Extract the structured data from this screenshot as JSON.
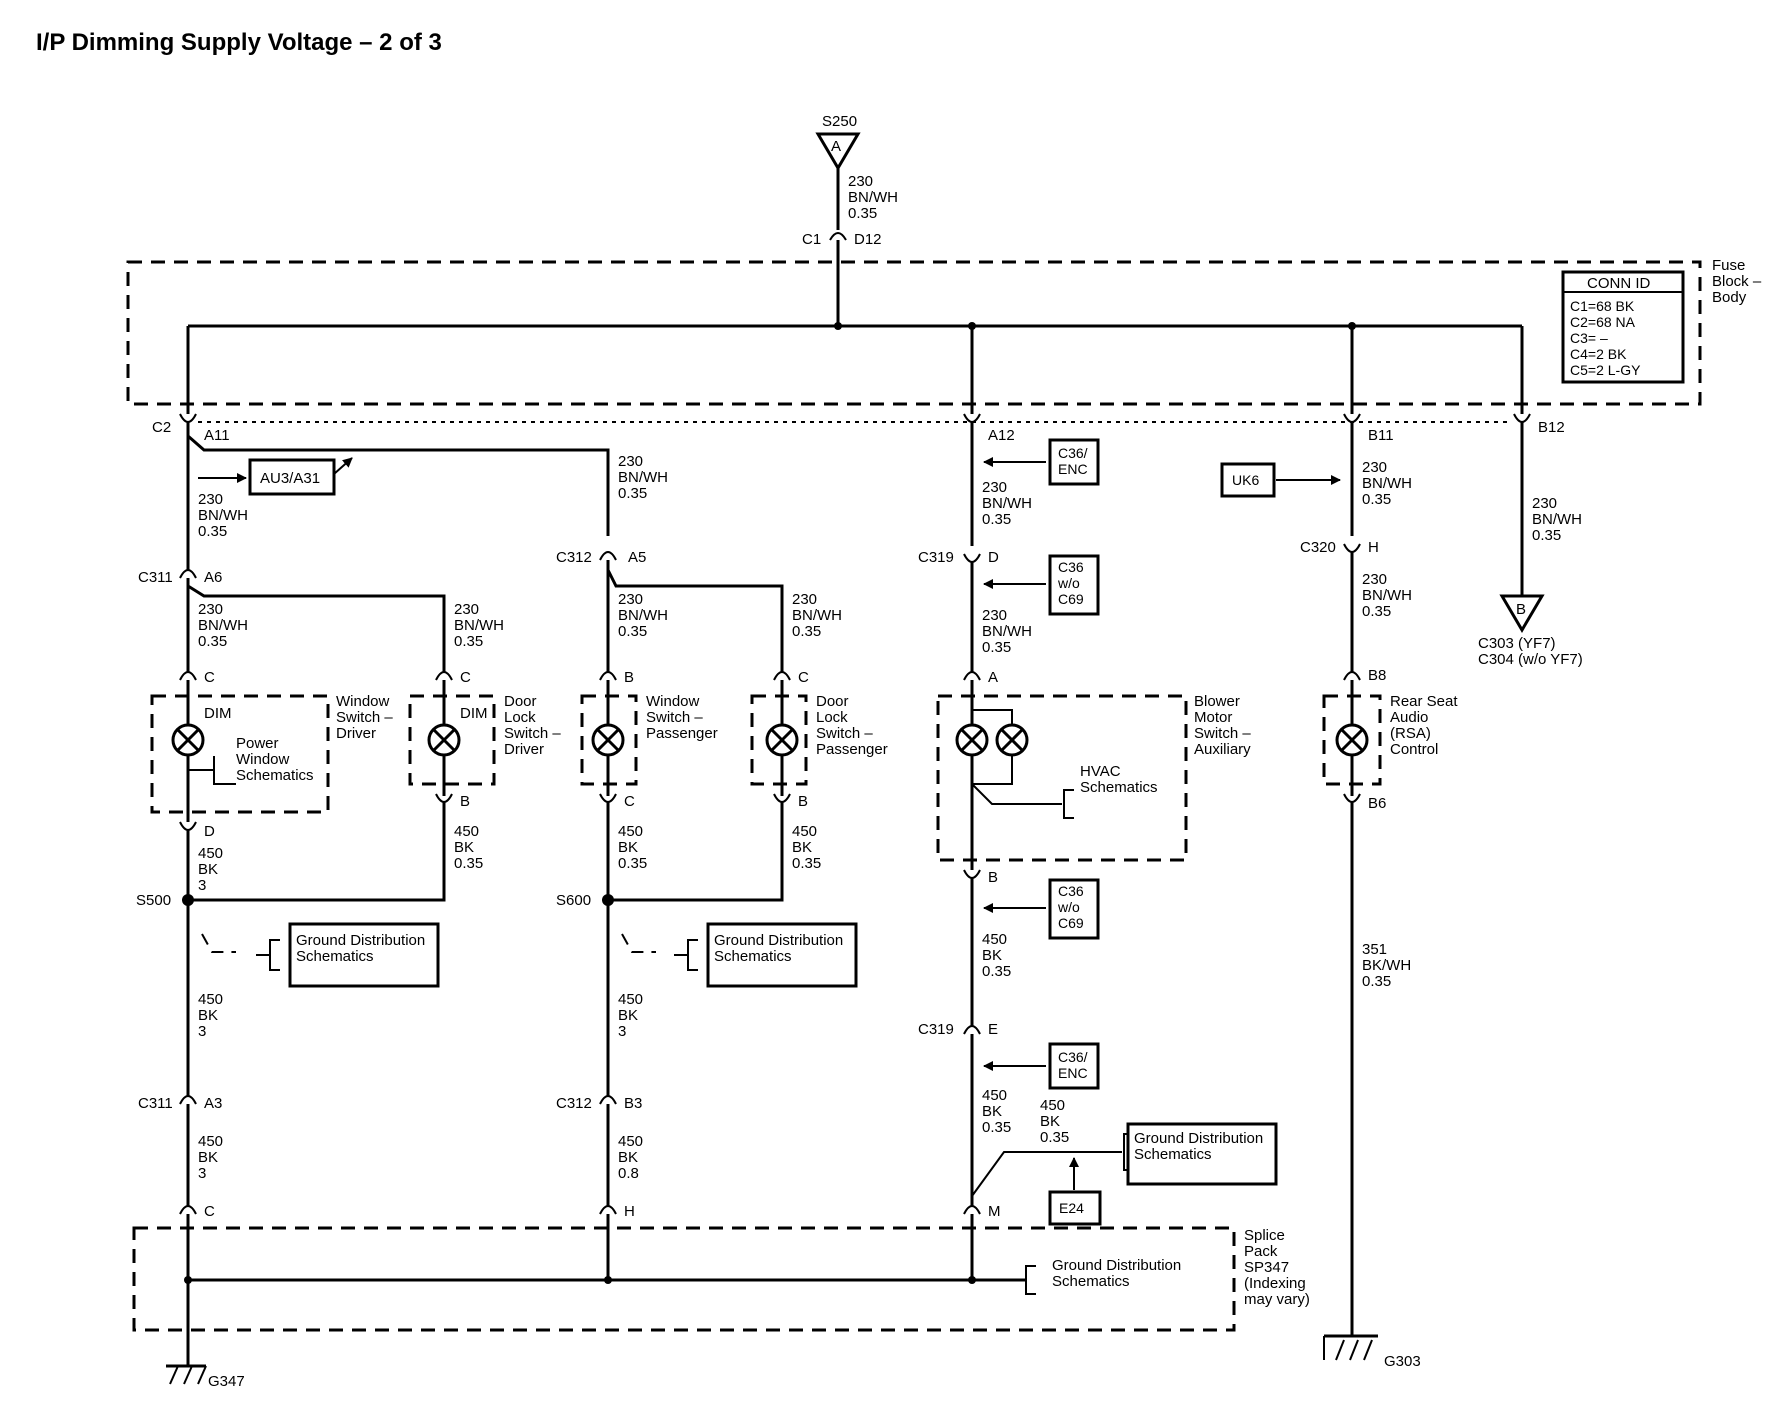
{
  "title": "I/P Dimming Supply Voltage – 2 of 3",
  "splices": {
    "s250": "S250",
    "s500": "S500",
    "s600": "S600"
  },
  "offpage": {
    "a": "A",
    "b": "B",
    "b_refs": [
      "C303 (YF7)",
      "C304 (w/o YF7)"
    ]
  },
  "connectors": {
    "c1": "C1",
    "d12": "D12",
    "c2": "C2",
    "a11": "A11",
    "a12": "A12",
    "b11": "B11",
    "b12": "B12",
    "c311": "C311",
    "a6": "A6",
    "a3": "A3",
    "c312": "C312",
    "a5": "A5",
    "b3": "B3",
    "c319": "C319",
    "d": "D",
    "e": "E",
    "c320": "C320",
    "h": "H",
    "pin_c": "C",
    "pin_b": "B",
    "pin_d": "D",
    "pin_a": "A",
    "pin_m": "M",
    "b8": "B8",
    "b6": "B6"
  },
  "fuse_block": {
    "label": [
      "Fuse",
      "Block –",
      "Body"
    ],
    "conn_id_title": "CONN ID",
    "conn_ids": [
      "C1=68 BK",
      "C2=68 NA",
      "C3= –",
      "C4=2 BK",
      "C5=2 L-GY"
    ]
  },
  "wires": {
    "bnwh": [
      "230",
      "BN/WH",
      "0.35"
    ],
    "bk035": [
      "450",
      "BK",
      "0.35"
    ],
    "bk3": [
      "450",
      "BK",
      "3"
    ],
    "bk08": [
      "450",
      "BK",
      "0.8"
    ],
    "bkwh": [
      "351",
      "BK/WH",
      "0.35"
    ]
  },
  "options": {
    "au3": "AU3/A31",
    "uk6": "UK6",
    "e24": "E24",
    "c36enc": [
      "C36/",
      "ENC"
    ],
    "c36woc69": [
      "C36",
      "w/o",
      "C69"
    ]
  },
  "components": {
    "window_driver": [
      "Window",
      "Switch –",
      "Driver"
    ],
    "door_driver": [
      "Door",
      "Lock",
      "Switch –",
      "Driver"
    ],
    "window_passenger": [
      "Window",
      "Switch –",
      "Passenger"
    ],
    "door_passenger": [
      "Door",
      "Lock",
      "Switch –",
      "Passenger"
    ],
    "blower": [
      "Blower",
      "Motor",
      "Switch –",
      "Auxiliary"
    ],
    "rsa": [
      "Rear Seat",
      "Audio",
      "(RSA)",
      "Control"
    ],
    "dim": "DIM",
    "power_window_schem": [
      "Power",
      "Window",
      "Schematics"
    ],
    "hvac_schem": [
      "HVAC",
      "Schematics"
    ],
    "ground_schem": [
      "Ground Distribution",
      "Schematics"
    ],
    "splice_pack": [
      "Splice",
      "Pack",
      "SP347",
      "(Indexing",
      "may vary)"
    ]
  },
  "grounds": {
    "g347": "G347",
    "g303": "G303"
  }
}
